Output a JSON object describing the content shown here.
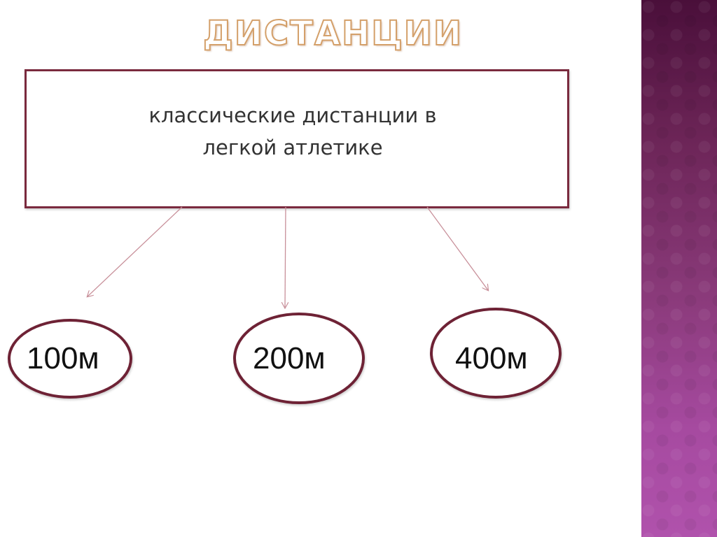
{
  "slide": {
    "title": "ДИСТАНЦИИ",
    "root": {
      "label": "классические дистанции в легкой атлетике"
    },
    "children": [
      {
        "label": "100м"
      },
      {
        "label": "200м"
      },
      {
        "label": "400м"
      }
    ],
    "colors": {
      "box_border": "#7a2a3e",
      "ellipse_border": "#6e2235",
      "arrow": "#c8909a",
      "title_outline": "#d4a06a",
      "side_band": "#6b2456"
    }
  }
}
